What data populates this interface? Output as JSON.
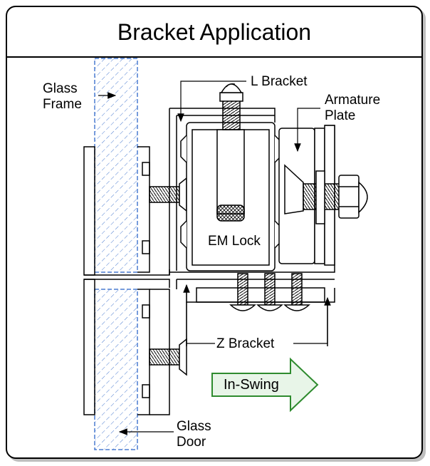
{
  "title": "Bracket Application",
  "labels": {
    "glass_frame": "Glass\nFrame",
    "l_bracket": "L Bracket",
    "armature_plate": "Armature\nPlate",
    "em_lock": "EM Lock",
    "z_bracket": "Z Bracket",
    "in_swing": "In-Swing",
    "glass_door": "Glass\nDoor"
  },
  "colors": {
    "glass_hatch": "#4a7bd0",
    "arrow_fill": "#e8f5e8",
    "arrow_stroke": "#2e8b2e",
    "line": "#000000"
  }
}
